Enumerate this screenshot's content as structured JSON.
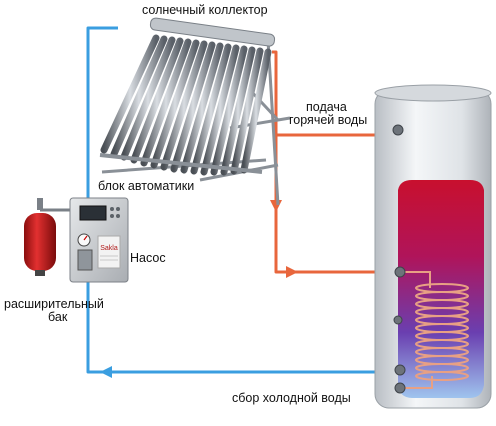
{
  "labels": {
    "collector": "солнечный коллектор",
    "hot_supply_line1": "подача",
    "hot_supply_line2": "горячей воды",
    "control_unit": "блок автоматики",
    "pump": "Насос",
    "expansion_tank_line1": "расширительный",
    "expansion_tank_line2": "бак",
    "cold_water": "сбор холодной воды"
  },
  "controller_brand": "Sakla",
  "colors": {
    "hot_pipe": "#e8663c",
    "cold_pipe": "#3a9ee0",
    "tank_body": "#e3e6ea",
    "tank_hot": "#c8102e",
    "tank_cold": "#6a3fb0",
    "expansion_tank": "#d81f1f",
    "controller_body": "#c9cccf",
    "coil": "#e8a084"
  },
  "icons": [
    "pipe-arrow-down-icon",
    "pipe-arrow-right-icon",
    "pipe-arrow-left-icon",
    "pressure-gauge-icon"
  ]
}
